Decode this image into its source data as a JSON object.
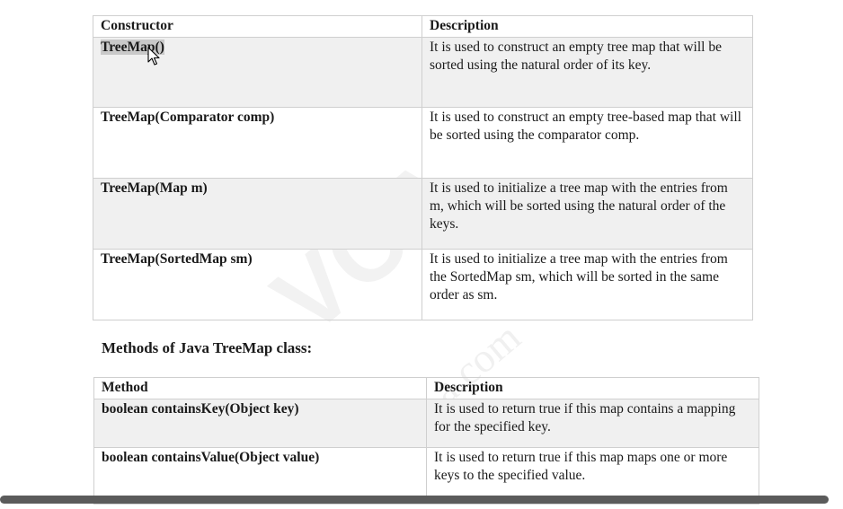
{
  "constructors": {
    "header": {
      "col1": "Constructor",
      "col2": "Description"
    },
    "rows": [
      {
        "name": "TreeMap()",
        "description": "It is used to construct an empty tree map that will be sorted using the natural order of its key."
      },
      {
        "name": "TreeMap(Comparator comp)",
        "description": "It is used to construct an empty tree-based map that will be sorted using the comparator comp."
      },
      {
        "name": "TreeMap(Map m)",
        "description": "It is used to initialize a tree map with the entries from m, which will be sorted using the natural order of the keys."
      },
      {
        "name": "TreeMap(SortedMap sm)",
        "description": "It is used to initialize a tree map with the entries from the SortedMap sm, which will be sorted in the same order as sm."
      }
    ]
  },
  "methods_heading": "Methods of Java TreeMap class:",
  "methods": {
    "header": {
      "col1": "Method",
      "col2": "Description"
    },
    "rows": [
      {
        "name": "boolean containsKey(Object key)",
        "description": "It is used to return true if this map contains a mapping for the specified key."
      },
      {
        "name": "boolean containsValue(Object value)",
        "description": "It is used to return true if this map maps one or more keys to the specified value."
      }
    ]
  }
}
